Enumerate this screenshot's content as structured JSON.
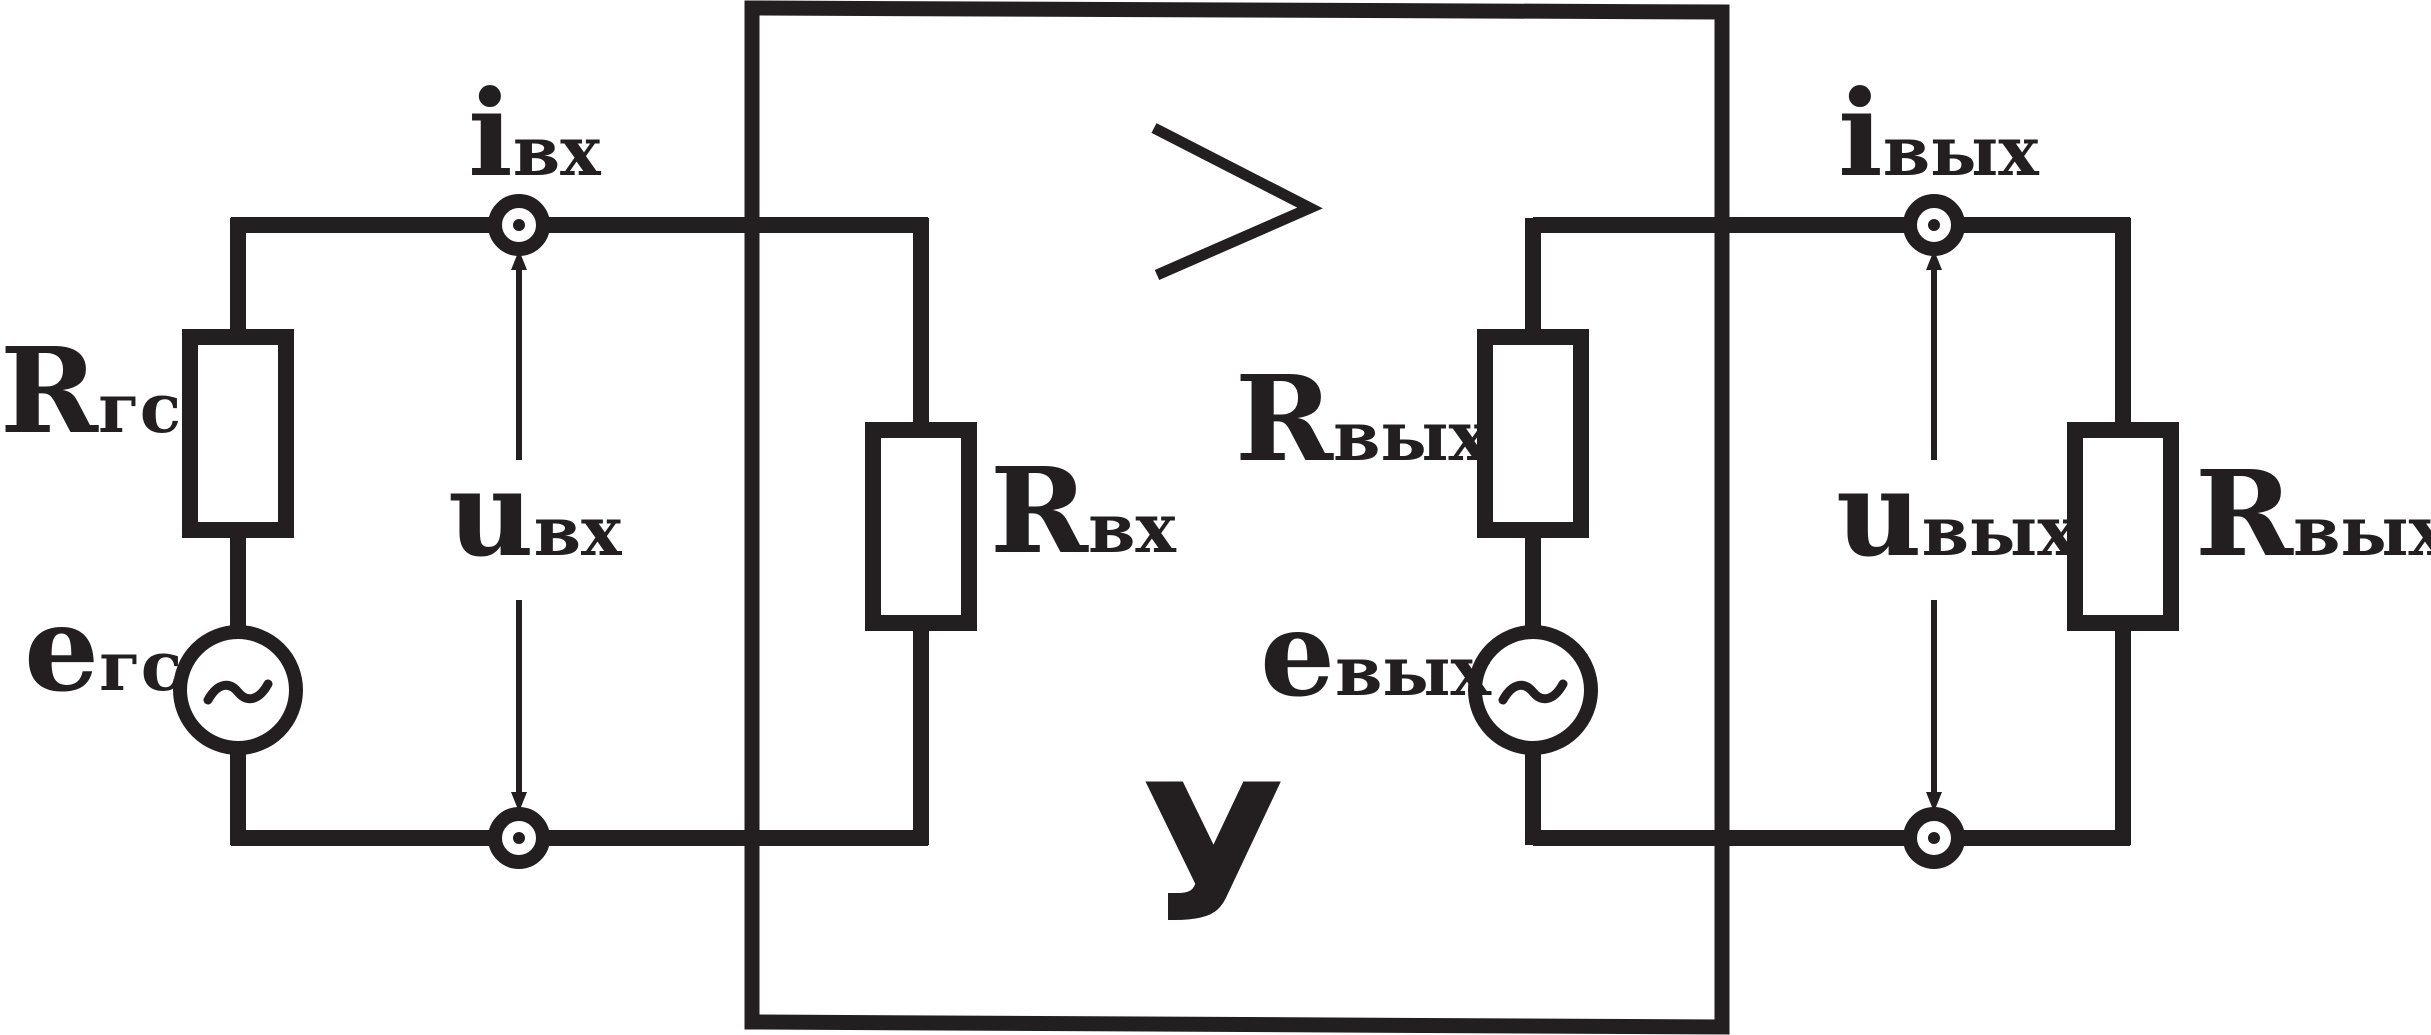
{
  "labels": {
    "i_in": {
      "main": "i",
      "sub": "вх"
    },
    "u_in": {
      "main": "u",
      "sub": "вх"
    },
    "R_gs": {
      "main": "R",
      "sub": "гс"
    },
    "e_gs": {
      "main": "e",
      "sub": "гс"
    },
    "R_in": {
      "main": "R",
      "sub": "вх"
    },
    "R_out_internal": {
      "main": "R",
      "sub": "вых"
    },
    "e_out": {
      "main": "e",
      "sub": "вых"
    },
    "i_out": {
      "main": "i",
      "sub": "вых"
    },
    "u_out": {
      "main": "u",
      "sub": "вых"
    },
    "R_out_load": {
      "main": "R",
      "sub": "вых"
    },
    "amplifier_letter": "У"
  },
  "icons": {
    "source_symbol": "ac-source-icon",
    "terminal_symbol": "terminal-icon",
    "amplifier_symbol": "amplifier-triangle-icon"
  },
  "colors": {
    "ink": "#231f20",
    "background": "#ffffff"
  }
}
